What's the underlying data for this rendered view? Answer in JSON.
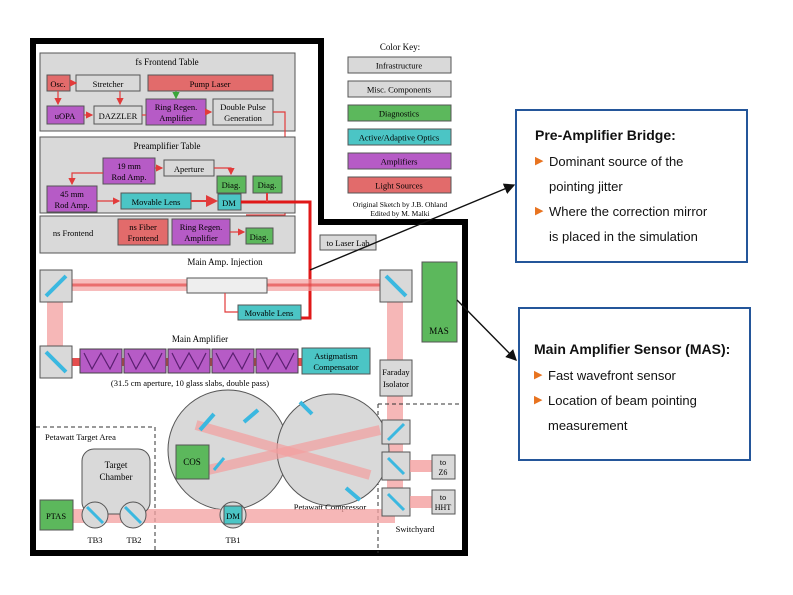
{
  "color_key": {
    "title": "Color Key:",
    "items": [
      {
        "label": "Infrastructure",
        "color": "#d9d9d9"
      },
      {
        "label": "Misc. Components",
        "color": "#d9d9d9"
      },
      {
        "label": "Diagnostics",
        "color": "#5cb85c"
      },
      {
        "label": "Active/Adaptive Optics",
        "color": "#4bc5c5"
      },
      {
        "label": "Amplifiers",
        "color": "#b65bc6"
      },
      {
        "label": "Light Sources",
        "color": "#e26b6b"
      }
    ],
    "credit1": "Original Sketch by J.B. Ohland",
    "credit2": "Edited by M. Malki"
  },
  "fs_frontend": {
    "title": "fs Frontend Table",
    "osc": "Osc.",
    "stretcher": "Stretcher",
    "pump_laser": "Pump Laser",
    "uopa": "uOPA",
    "dazzler": "DAZZLER",
    "ring_regen": [
      "Ring Regen.",
      "Amplifier"
    ],
    "double_pulse": [
      "Double Pulse",
      "Generation"
    ]
  },
  "preamp": {
    "title": "Preamplifier Table",
    "rod19": [
      "19 mm",
      "Rod Amp."
    ],
    "aperture": "Aperture",
    "diag1": "Diag.",
    "diag2": "Diag.",
    "rod45": [
      "45 mm",
      "Rod Amp."
    ],
    "movable_lens": "Movable Lens",
    "dm": "DM"
  },
  "ns_frontend": {
    "title": "ns Frontend",
    "ns_fiber": [
      "ns Fiber",
      "Frontend"
    ],
    "ring_regen": [
      "Ring Regen.",
      "Amplifier"
    ],
    "diag": "Diag."
  },
  "to_laser_lab": "to Laser Lab",
  "main_amp_injection": "Main Amp. Injection",
  "movable_lens2": "Movable Lens",
  "main_amplifier": {
    "title": "Main Amplifier",
    "caption": "(31.5 cm aperture, 10 glass slabs, double pass)"
  },
  "astig": [
    "Astigmatism",
    "Compensator"
  ],
  "mas": "MAS",
  "faraday": [
    "Faraday",
    "Isolator"
  ],
  "pw_target_area": "Petawatt Target Area",
  "target_chamber": [
    "Target",
    "Chamber"
  ],
  "ptas": "PTAS",
  "tb3": "TB3",
  "tb2": "TB2",
  "tb1": "TB1",
  "cos": "COS",
  "dm2": "DM",
  "pw_compressor": "Petawatt Compressor",
  "switchyard": "Switchyard",
  "to_z6": [
    "to",
    "Z6"
  ],
  "to_hht": [
    "to",
    "HHT"
  ],
  "callout_preamp": {
    "title": "Pre-Amplifier Bridge:",
    "items": [
      "Dominant source of the",
      "pointing jitter",
      "Where the correction mirror",
      "is placed in the simulation"
    ]
  },
  "callout_mas": {
    "title": "Main Amplifier Sensor (MAS):",
    "items": [
      "Fast wavefront sensor",
      "Location of beam pointing",
      "measurement"
    ]
  }
}
